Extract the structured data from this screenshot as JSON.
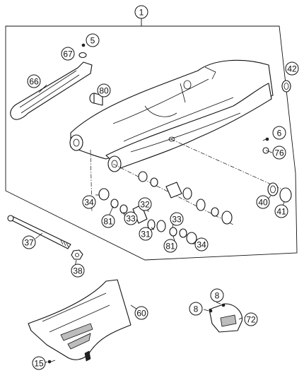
{
  "colors": {
    "ink": "#111111",
    "background": "#ffffff",
    "shade": "#bdbdbd"
  },
  "callouts": [
    {
      "id": "c1",
      "label": "1"
    },
    {
      "id": "c5",
      "label": "5"
    },
    {
      "id": "c67",
      "label": "67"
    },
    {
      "id": "c66",
      "label": "66"
    },
    {
      "id": "c80",
      "label": "80"
    },
    {
      "id": "c42",
      "label": "42"
    },
    {
      "id": "c6",
      "label": "6"
    },
    {
      "id": "c76",
      "label": "76"
    },
    {
      "id": "c34a",
      "label": "34"
    },
    {
      "id": "c81a",
      "label": "81"
    },
    {
      "id": "c33a",
      "label": "33"
    },
    {
      "id": "c32",
      "label": "32"
    },
    {
      "id": "c31",
      "label": "31"
    },
    {
      "id": "c33b",
      "label": "33"
    },
    {
      "id": "c81b",
      "label": "81"
    },
    {
      "id": "c34b",
      "label": "34"
    },
    {
      "id": "c40",
      "label": "40"
    },
    {
      "id": "c41",
      "label": "41"
    },
    {
      "id": "c37",
      "label": "37"
    },
    {
      "id": "c38",
      "label": "38"
    },
    {
      "id": "c60",
      "label": "60"
    },
    {
      "id": "c8a",
      "label": "8"
    },
    {
      "id": "c8b",
      "label": "8"
    },
    {
      "id": "c72",
      "label": "72"
    },
    {
      "id": "c15",
      "label": "15"
    }
  ]
}
